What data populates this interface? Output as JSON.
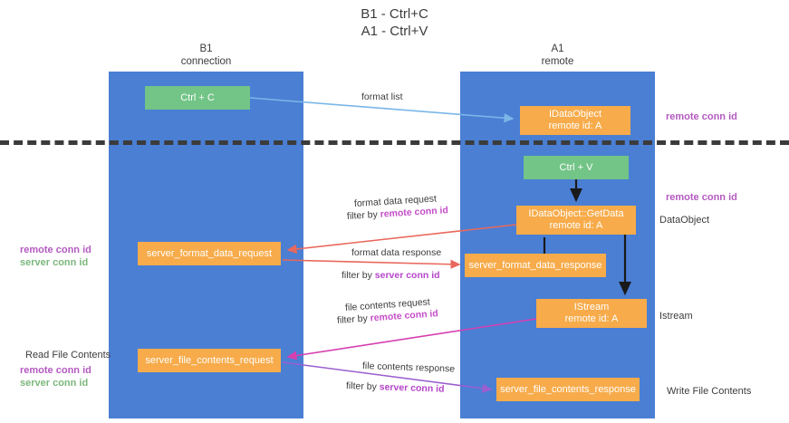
{
  "title": "B1 - Ctrl+C\nA1 - Ctrl+V",
  "title_line1": "B1 - Ctrl+C",
  "title_line2": "A1 - Ctrl+V",
  "lanes": [
    {
      "id": "b1",
      "name": "B1",
      "role": "connection",
      "color": "#4a7fd4"
    },
    {
      "id": "a1",
      "name": "A1",
      "role": "remote",
      "color": "#4a7fd4"
    }
  ],
  "colors": {
    "lane": "#4a7fd4",
    "green_node": "#72c487",
    "orange_node": "#f7ab4a",
    "remote_conn_id": "#b45ac0",
    "server_conn_id": "#7cb77c",
    "divider": "#3b3b3b",
    "arrow_blue": "#7ab6e8",
    "arrow_red": "#e8685c",
    "arrow_magenta": "#d63fb0",
    "arrow_purple": "#9b5fd0",
    "arrow_dark": "#1a1a1a"
  },
  "nodes": {
    "ctrl_c": {
      "label": "Ctrl + C",
      "style": "green"
    },
    "idataobject": {
      "line1": "IDataObject",
      "line2": "remote id: A",
      "style": "orange"
    },
    "ctrl_v": {
      "label": "Ctrl + V",
      "style": "green"
    },
    "getdata": {
      "line1": "IDataObject::GetData",
      "line2": "remote id: A",
      "style": "orange"
    },
    "sfd_request": {
      "label": "server_format_data_request",
      "style": "orange"
    },
    "sfd_response": {
      "label": "server_format_data_response",
      "style": "orange"
    },
    "istream": {
      "line1": "IStream",
      "line2": "remote id: A",
      "style": "orange"
    },
    "sfc_request": {
      "label": "server_file_contents_request",
      "style": "orange"
    },
    "sfc_response": {
      "label": "server_file_contents_response",
      "style": "orange"
    }
  },
  "edge_labels": {
    "format_list": "format list",
    "format_data_request": "format data request",
    "format_data_request_filter_prefix": "filter by ",
    "format_data_request_filter_key": "remote conn id",
    "format_data_response": "format data response",
    "format_data_response_filter_prefix": "filter by ",
    "format_data_response_filter_key": "server conn id",
    "file_contents_request": "file contents request",
    "file_contents_request_filter_prefix": "filter by ",
    "file_contents_request_filter_key": "remote conn id",
    "file_contents_response": "file contents response",
    "file_contents_response_filter_prefix": "filter by ",
    "file_contents_response_filter_key": "server conn id"
  },
  "annotations": {
    "right": [
      {
        "text": "remote conn id",
        "style": "purple"
      },
      {
        "text": "remote conn id",
        "style": "purple"
      },
      {
        "text": "DataObject",
        "style": "plain"
      },
      {
        "text": "Istream",
        "style": "plain"
      },
      {
        "text": "Write File Contents",
        "style": "plain"
      }
    ],
    "left": [
      {
        "text": "remote conn id",
        "style": "purple"
      },
      {
        "text": "server conn id",
        "style": "green"
      },
      {
        "text": "Read File Contents",
        "style": "plain"
      },
      {
        "text": "remote conn id",
        "style": "purple"
      },
      {
        "text": "server conn id",
        "style": "green"
      }
    ]
  }
}
